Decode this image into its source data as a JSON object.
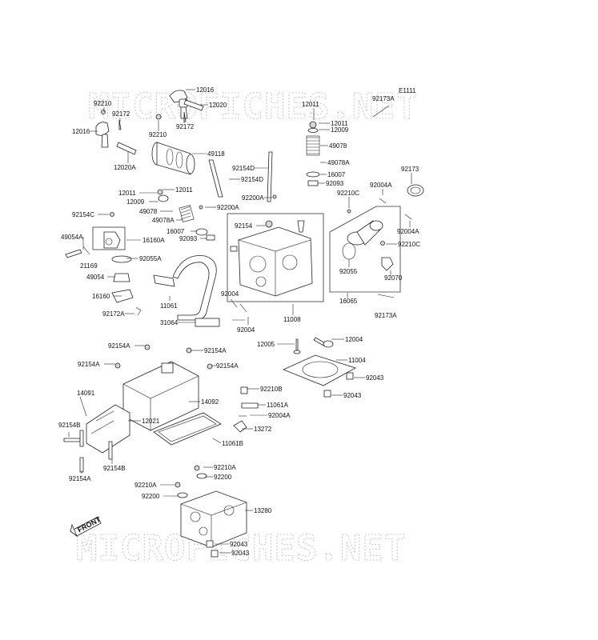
{
  "watermark": "MICROFICHES.NET",
  "ref_code": "E1111",
  "front_label": "FRONT",
  "labels": {
    "l12016a": "12016",
    "l92210a": "92210",
    "l12020": "12020",
    "l92172a": "92172",
    "l12016b": "12016",
    "l92172b": "92172",
    "l92210b": "92210",
    "l12020A": "12020A",
    "l49118": "49118",
    "l12011a": "12011",
    "l12011b": "12011",
    "l12011c": "12011",
    "l12009a": "12009",
    "l12009b": "12009",
    "l49078a": "49078",
    "l49078b": "49078",
    "l49078Aa": "49078A",
    "l49078Ab": "49078A",
    "l16007a": "16007",
    "l16007b": "16007",
    "l92093a": "92093",
    "l92093b": "92093",
    "l92154Da": "92154D",
    "l92154Db": "92154D",
    "l92200Aa": "92200A",
    "l92200Ab": "92200A",
    "l92154": "92154",
    "l92210C1": "92210C",
    "l92210C2": "92210C",
    "l92004Aa": "92004A",
    "l92004Ab": "92004A",
    "l92004Ac": "92004A",
    "l92173": "92173",
    "l92173Aa": "92173A",
    "l92173Ab": "92173A",
    "l92154C": "92154C",
    "l49054A": "49054A",
    "l16160A": "16160A",
    "l21169": "21169",
    "l92055A": "92055A",
    "l49054": "49054",
    "l16160": "16160",
    "l92172A": "92172A",
    "l11061": "11061",
    "l31064": "31064",
    "l92004a": "92004",
    "l92004b": "92004",
    "l11008": "11008",
    "l92055": "92055",
    "l92070": "92070",
    "l16065": "16065",
    "l12005": "12005",
    "l12004": "12004",
    "l11004": "11004",
    "l92043a": "92043",
    "l92043b": "92043",
    "l92043c": "92043",
    "l92043d": "92043",
    "l92154Aa": "92154A",
    "l92154Ab": "92154A",
    "l92154Ac": "92154A",
    "l92154Ad": "92154A",
    "l92154Ae": "92154A",
    "l14091": "14091",
    "l14092": "14092",
    "l12021": "12021",
    "l92154Ba": "92154B",
    "l92154Bb": "92154B",
    "l92210B": "92210B",
    "l11061A": "11061A",
    "l13272": "13272",
    "l11061B": "11061B",
    "l92210Aa": "92210A",
    "l92210Ab": "92210A",
    "l92200a": "92200",
    "l92200b": "92200",
    "l13280": "13280"
  }
}
